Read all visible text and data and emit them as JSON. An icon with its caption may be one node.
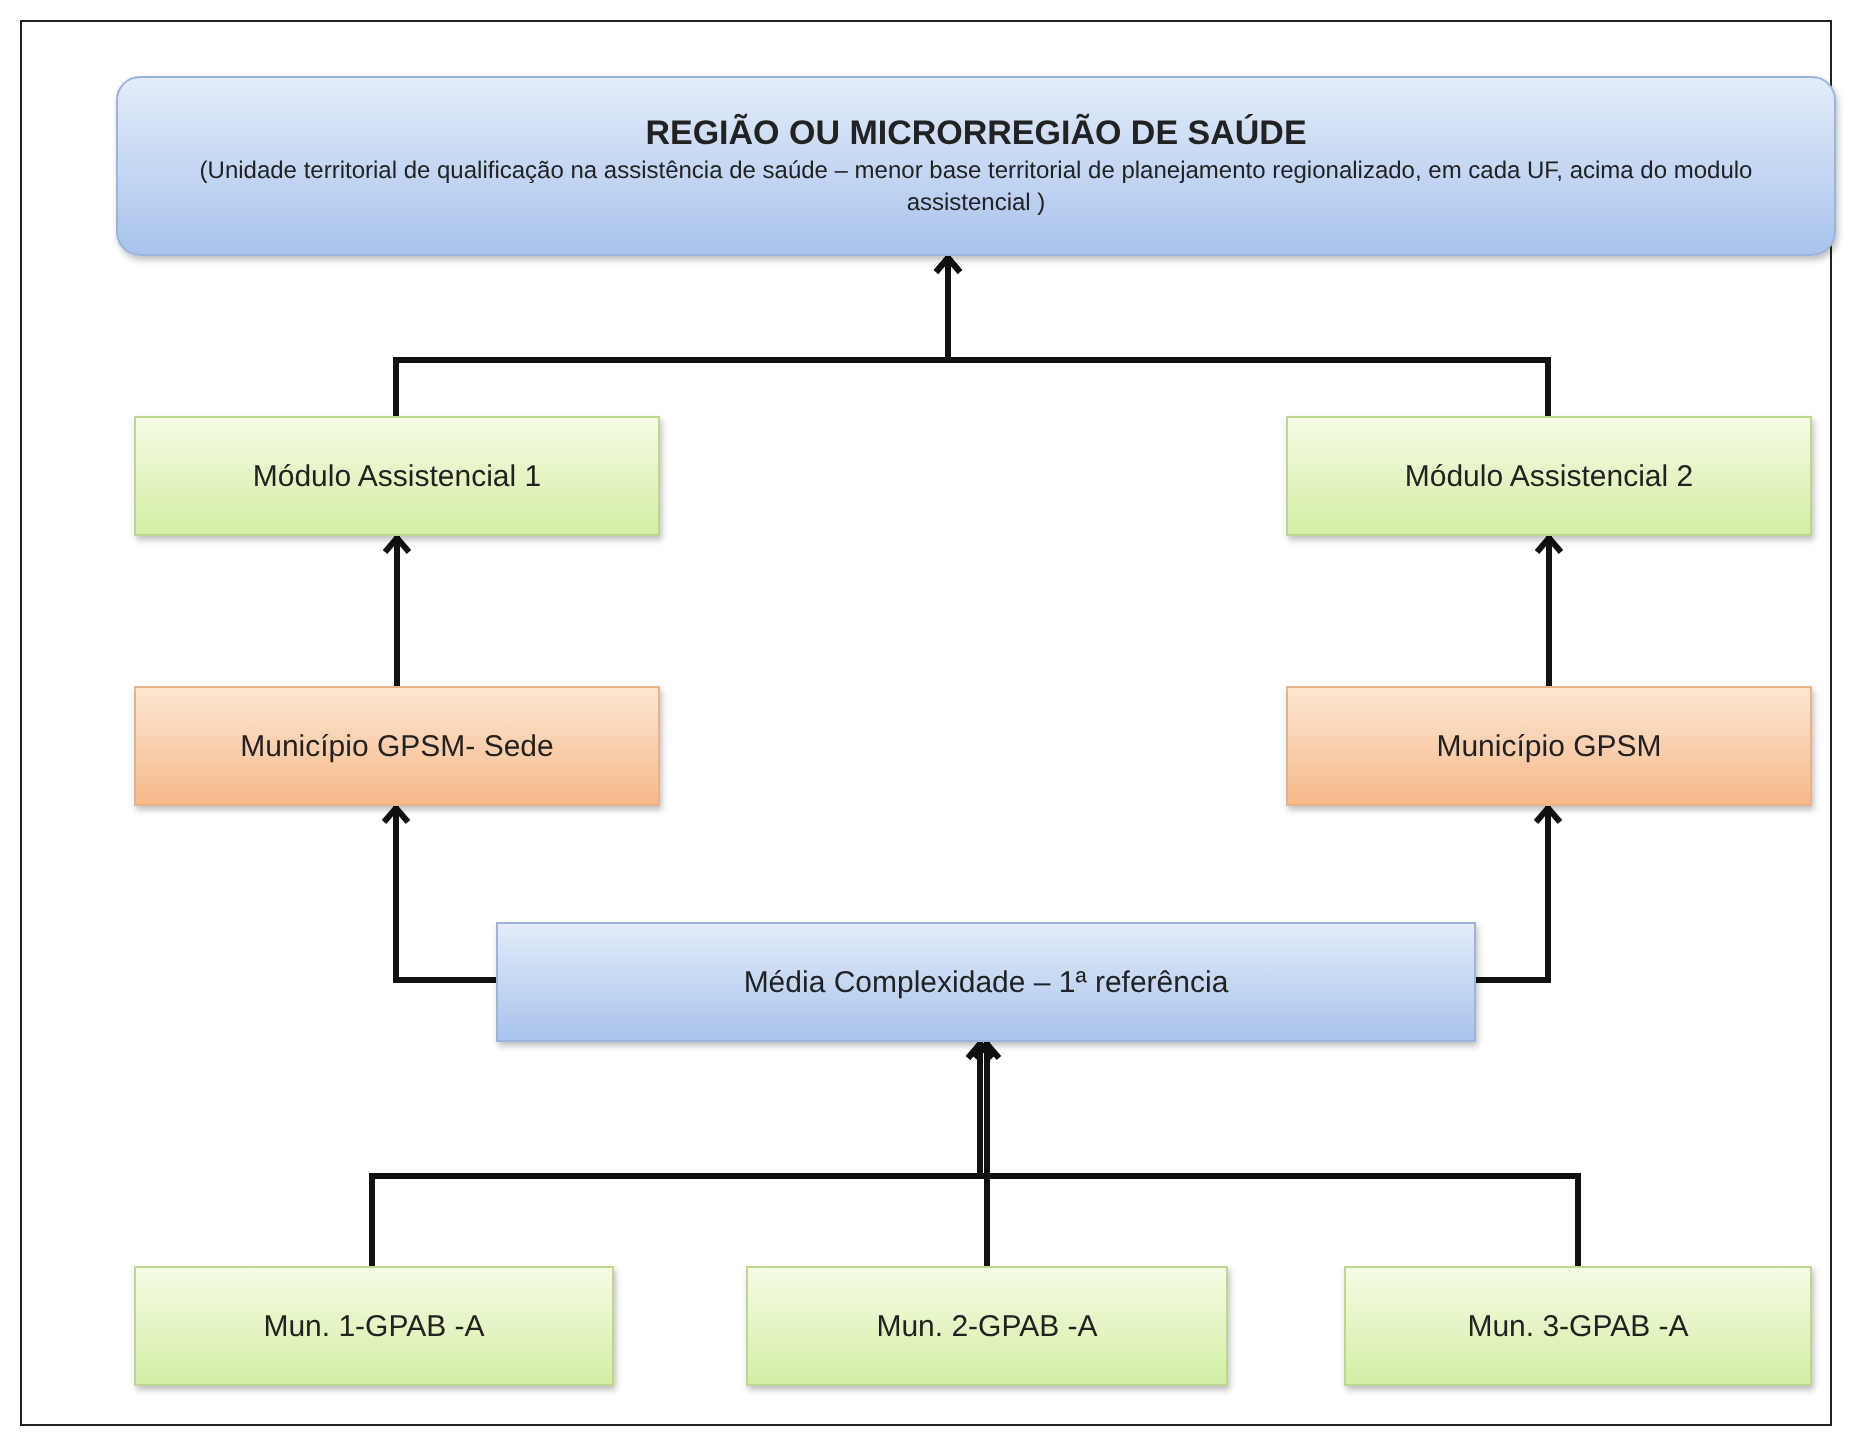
{
  "diagram": {
    "nodes": [
      {
        "text": [
          "REGIÃO OU MICRORREGIÃO DE SAÚDE",
          "(Unidade territorial de qualificação na assistência de saúde – menor base territorial de planejamento regionalizado, em cada UF, acima do modulo assistencial )"
        ]
      },
      {
        "text": [
          "Módulo Assistencial 1"
        ]
      },
      {
        "text": [
          "Módulo Assistencial 2"
        ]
      },
      {
        "text": [
          "Município GPSM- Sede"
        ]
      },
      {
        "text": [
          "Município GPSM"
        ]
      },
      {
        "text": [
          "Média Complexidade – 1ª referência"
        ]
      },
      {
        "text": [
          "Mun. 1-GPAB -A"
        ]
      },
      {
        "text": [
          "Mun. 2-GPAB -A"
        ]
      },
      {
        "text": [
          "Mun. 3-GPAB -A"
        ]
      }
    ],
    "edges": [
      {
        "from": 1,
        "to": 0,
        "arrow": "to"
      },
      {
        "from": 2,
        "to": 0,
        "arrow": "to"
      },
      {
        "from": 3,
        "to": 1,
        "arrow": "to"
      },
      {
        "from": 4,
        "to": 2,
        "arrow": "to"
      },
      {
        "from": 5,
        "to": 3,
        "arrow": "to"
      },
      {
        "from": 5,
        "to": 4,
        "arrow": "to"
      },
      {
        "from": 6,
        "to": 5,
        "arrow": "to"
      },
      {
        "from": 7,
        "to": 5,
        "arrow": "to"
      },
      {
        "from": 8,
        "to": 5,
        "arrow": "to"
      }
    ]
  }
}
